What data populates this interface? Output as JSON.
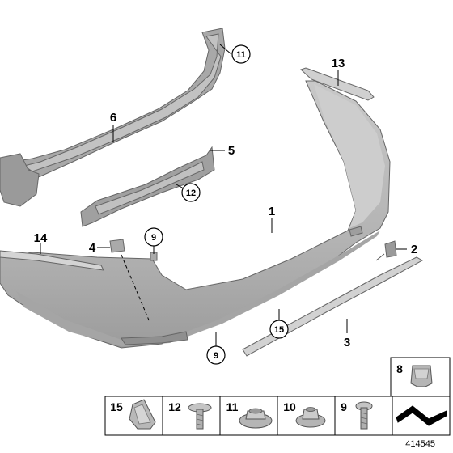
{
  "colors": {
    "part_fill": "#b9b9b9",
    "part_dark": "#8e8e8e",
    "part_light": "#d6d6d6",
    "line": "#000000"
  },
  "callouts": {
    "c1": "1",
    "c2": "2",
    "c3": "3",
    "c4": "4",
    "c5": "5",
    "c6": "6",
    "c9_top": "9",
    "c9_bottom": "9",
    "c11": "11",
    "c12": "12",
    "c13": "13",
    "c14": "14",
    "c15": "15"
  },
  "fastener_table": {
    "cells": [
      {
        "label": "15",
        "icon": "spring-clip-icon"
      },
      {
        "label": "12",
        "icon": "screw-icon"
      },
      {
        "label": "11",
        "icon": "flange-nut-icon"
      },
      {
        "label": "10",
        "icon": "cap-nut-icon"
      },
      {
        "label": "9",
        "icon": "torx-screw-icon"
      },
      {
        "label": "",
        "icon": "symbol-icon"
      }
    ],
    "extra": {
      "label": "8",
      "icon": "clip-nut-icon"
    }
  },
  "doc_id": "414545"
}
